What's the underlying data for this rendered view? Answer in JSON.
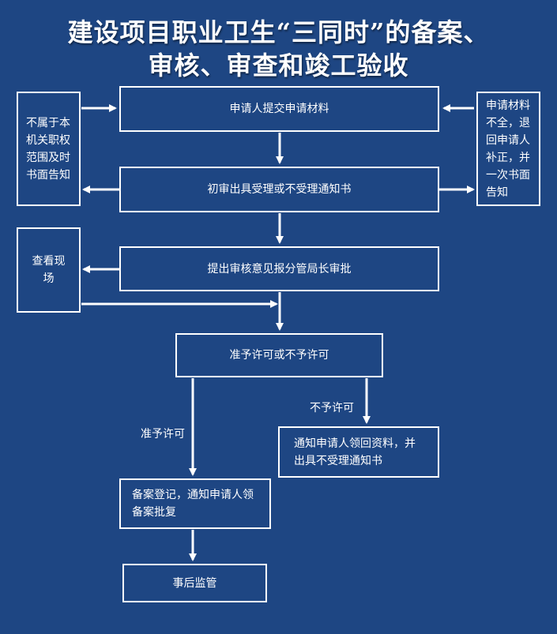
{
  "title": {
    "line1": "建设项目职业卫生“三同时”的备案、",
    "line2": "审核、审查和竣工验收"
  },
  "nodes": {
    "submit": "申请人提交申请材料",
    "out_of_scope": "不属于本机关职权范围及时书面告知",
    "incomplete": "申请材料不全，退回申请人补正，并一次书面告知",
    "initial_review": "初审出具受理或不受理通知书",
    "site_visit": "查看现场",
    "opinion": "提出审核意见报分管局长审批",
    "decision": "准予许可或不予许可",
    "reject_notice": "通知申请人领回资料，并出具不受理通知书",
    "record": "备案登记，通知申请人领备案批复",
    "supervision": "事后监管"
  },
  "labels": {
    "approve": "准予许可",
    "deny": "不予许可"
  },
  "colors": {
    "background": "#1e4683",
    "line": "#ffffff"
  }
}
